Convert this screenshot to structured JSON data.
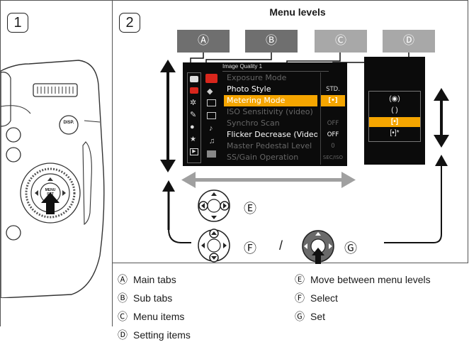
{
  "steps": [
    "1",
    "2"
  ],
  "title": "Menu levels",
  "labels": {
    "A": "Ⓐ",
    "B": "Ⓑ",
    "C": "Ⓒ",
    "D": "Ⓓ",
    "E": "Ⓔ",
    "F": "Ⓕ",
    "G": "Ⓖ"
  },
  "menu_screen": {
    "header": "Image Quality 1",
    "items": [
      {
        "label": "Exposure Mode",
        "value": "",
        "state": "dim"
      },
      {
        "label": "Photo Style",
        "value": "STD.",
        "state": "normal"
      },
      {
        "label": "Metering Mode",
        "value": "[•]",
        "state": "selected"
      },
      {
        "label": "ISO Sensitivity (video)",
        "value": "",
        "state": "dim"
      },
      {
        "label": "Synchro Scan",
        "value": "OFF",
        "state": "dim"
      },
      {
        "label": "Flicker Decrease (Video)",
        "value": "OFF",
        "state": "normal"
      },
      {
        "label": "Master Pedestal Level",
        "value": "0",
        "state": "dim"
      },
      {
        "label": "SS/Gain Operation",
        "value": "SEC/ISO",
        "state": "dim"
      }
    ]
  },
  "setting_options": [
    {
      "icon": "multi-metering-icon",
      "selected": false
    },
    {
      "icon": "center-weighted-icon",
      "selected": false
    },
    {
      "icon": "spot-metering-icon",
      "selected": true
    },
    {
      "icon": "highlight-weighted-icon",
      "selected": false
    }
  ],
  "camera_buttons": {
    "disp": "DISP.",
    "menu_set": "MENU SET"
  },
  "separator": "/",
  "legend": [
    {
      "mark": "Ⓐ",
      "text": "Main tabs"
    },
    {
      "mark": "Ⓑ",
      "text": "Sub tabs"
    },
    {
      "mark": "Ⓒ",
      "text": "Menu items"
    },
    {
      "mark": "Ⓓ",
      "text": "Setting items"
    },
    {
      "mark": "Ⓔ",
      "text": "Move between menu levels"
    },
    {
      "mark": "Ⓕ",
      "text": "Select"
    },
    {
      "mark": "Ⓖ",
      "text": "Set"
    }
  ],
  "colors": {
    "label_a": "#6f6f6f",
    "label_b": "#6f6f6f",
    "label_c": "#a8a8a8",
    "label_d": "#a8a8a8",
    "highlight": "#f5a500",
    "accent_red": "#d8261c"
  }
}
